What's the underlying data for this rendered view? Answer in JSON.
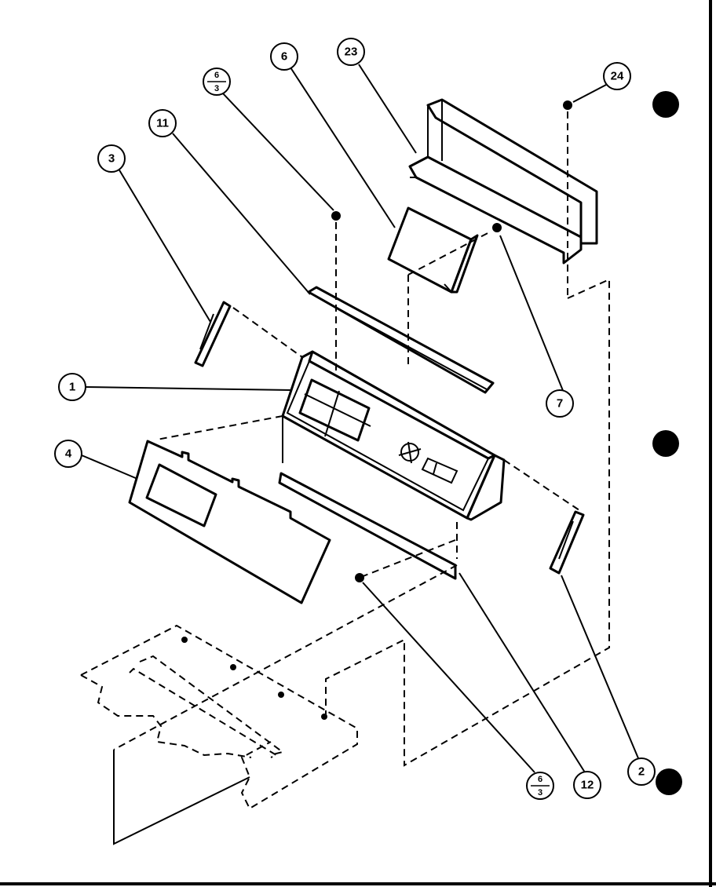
{
  "callouts": {
    "c1": "1",
    "c2": "2",
    "c3": "3",
    "c4": "4",
    "c6": "6",
    "c7": "7",
    "c11": "11",
    "c12": "12",
    "c23": "23",
    "c24": "24",
    "f_top": {
      "num": "6",
      "den": "3"
    },
    "f_bottom": {
      "num": "6",
      "den": "3"
    }
  }
}
